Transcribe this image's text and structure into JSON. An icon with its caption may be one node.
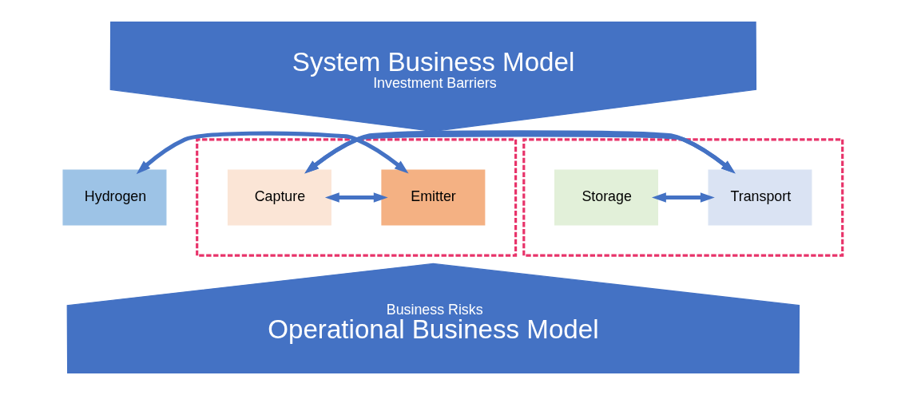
{
  "diagram": {
    "nodes": [
      {
        "text": [
          "System Business Model",
          "Investment Barriers"
        ]
      },
      {
        "text": [
          "Hydrogen"
        ]
      },
      {
        "text": [],
        "shape": "box"
      },
      {
        "text": [
          "Emitter"
        ],
        "in": 2
      },
      {
        "text": [
          "Capture"
        ],
        "in": 2
      },
      {
        "text": [],
        "shape": "box"
      },
      {
        "text": [
          "Transport"
        ],
        "in": 5
      },
      {
        "text": [
          "Storage"
        ],
        "in": 5
      },
      {
        "text": [
          "Business Risks",
          "Operational Business Model"
        ]
      }
    ],
    "edges": [
      {
        "from": 1,
        "to": 3,
        "arrow": "both"
      },
      {
        "from": 3,
        "to": 4,
        "arrow": "both"
      },
      {
        "from": 4,
        "to": 6,
        "arrow": "both"
      },
      {
        "from": 6,
        "to": 7,
        "arrow": "both"
      }
    ]
  }
}
